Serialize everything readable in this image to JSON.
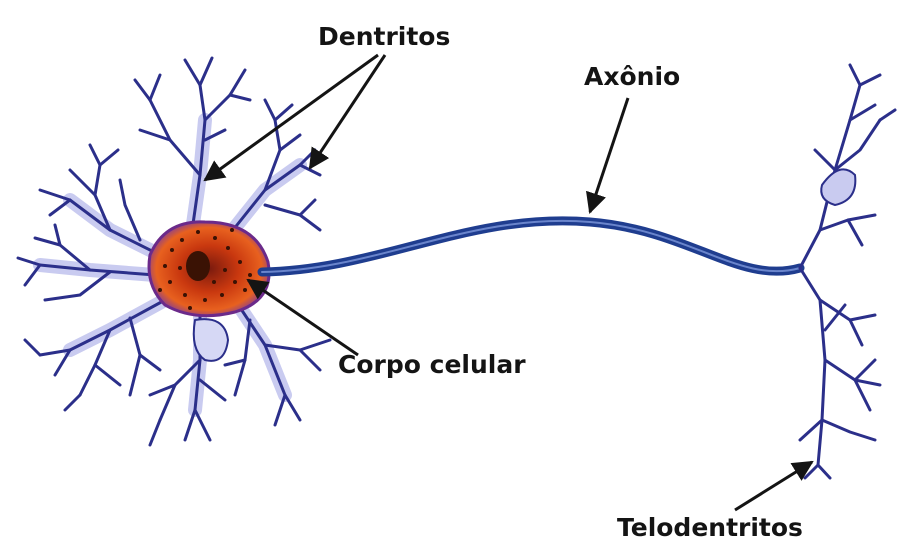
{
  "labels": {
    "dentrites": "Dentritos",
    "axon": "Axônio",
    "cell_body": "Corpo celular",
    "axon_terminals": "Telodentritos"
  },
  "colors": {
    "background": "#ffffff",
    "neuron_fill": "#c9cbf0",
    "neuron_stroke": "#2b2f8a",
    "axon": "#1f3d8f",
    "soma_outer": "#e0531c",
    "soma_inner": "#8a1e12",
    "nucleus": "#3a1204",
    "arrow": "#141414",
    "text": "#141414"
  }
}
